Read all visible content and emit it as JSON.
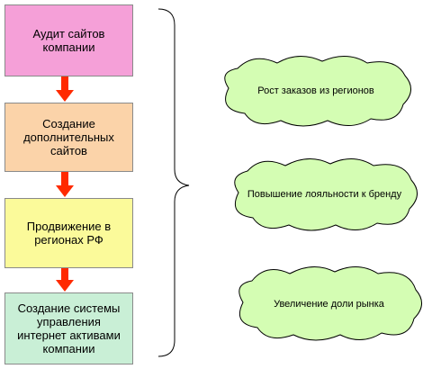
{
  "boxes": [
    {
      "label": "Аудит сайтов компании",
      "fill": "#f5a0d8"
    },
    {
      "label": "Создание дополнительных сайтов",
      "fill": "#fbd3a9"
    },
    {
      "label": "Продвижение в регионах РФ",
      "fill": "#fbfa9a"
    },
    {
      "label": "Создание системы управления интернет активами компании",
      "fill": "#c9efd6"
    }
  ],
  "clouds": [
    {
      "label": "Рост заказов из регионов"
    },
    {
      "label": "Повышение лояльности к бренду"
    },
    {
      "label": "Увеличение доли рынка"
    }
  ],
  "colors": {
    "arrow": "#ff2a00",
    "cloud_fill": "#d4fdb3",
    "cloud_stroke": "#000000",
    "box_border": "#8a8a8a"
  }
}
